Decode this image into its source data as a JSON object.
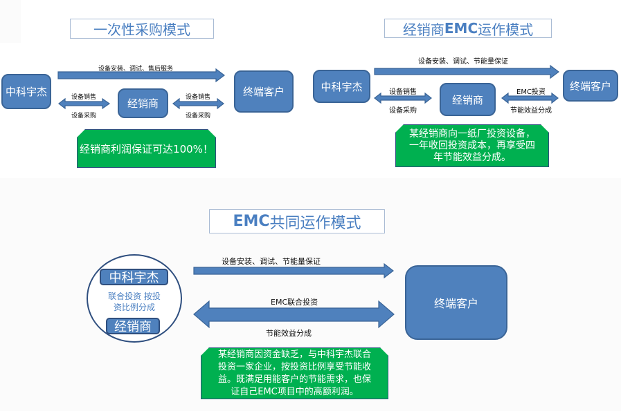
{
  "panels": {
    "one_time": {
      "title": "一次性采购模式",
      "nodes": {
        "manufacturer": "中科宇杰",
        "dealer": "经销商",
        "customer": "终端客户"
      },
      "top_arrow_label": "设备安装、调试、售后服务",
      "left_arrow_top": "设备销售",
      "left_arrow_bottom": "设备采购",
      "right_arrow_top": "设备销售",
      "right_arrow_bottom": "设备采购",
      "note": "经销商利润保证可达100%！"
    },
    "dealer_emc": {
      "title_pre": "经销商",
      "title_bold": "EMC",
      "title_post": "运作模式",
      "nodes": {
        "manufacturer": "中科宇杰",
        "dealer": "经销商",
        "customer": "终端客户"
      },
      "top_arrow_label": "设备安装、调试、节能量保证",
      "left_arrow_top": "设备销售",
      "left_arrow_bottom": "设备采购",
      "right_arrow_top": "EMC投资",
      "right_arrow_bottom": "节能效益分成",
      "note_lines": [
        "某经销商向一纸厂投资设备，",
        "一年收回投资成本，再享受四",
        "年节能效益分成。"
      ]
    },
    "joint_emc": {
      "title_bold": "EMC",
      "title_post": "共同运作模式",
      "circle": {
        "manufacturer": "中科宇杰",
        "joint_text_lines": [
          "联合投资 按投",
          "资比例分成"
        ],
        "dealer": "经销商"
      },
      "customer": "终端客户",
      "top_arrow_label": "设备安装、调试、节能量保证",
      "mid_arrow_top": "EMC联合投资",
      "mid_arrow_bottom": "节能效益分成",
      "note_lines": [
        "某经销商因资金缺乏，与中科宇杰联合",
        "投资一家企业，按投资比例享受节能收",
        "益。既满足用能客户的节能需求，也保",
        "证自己EMC项目中的高额利润。"
      ]
    }
  }
}
